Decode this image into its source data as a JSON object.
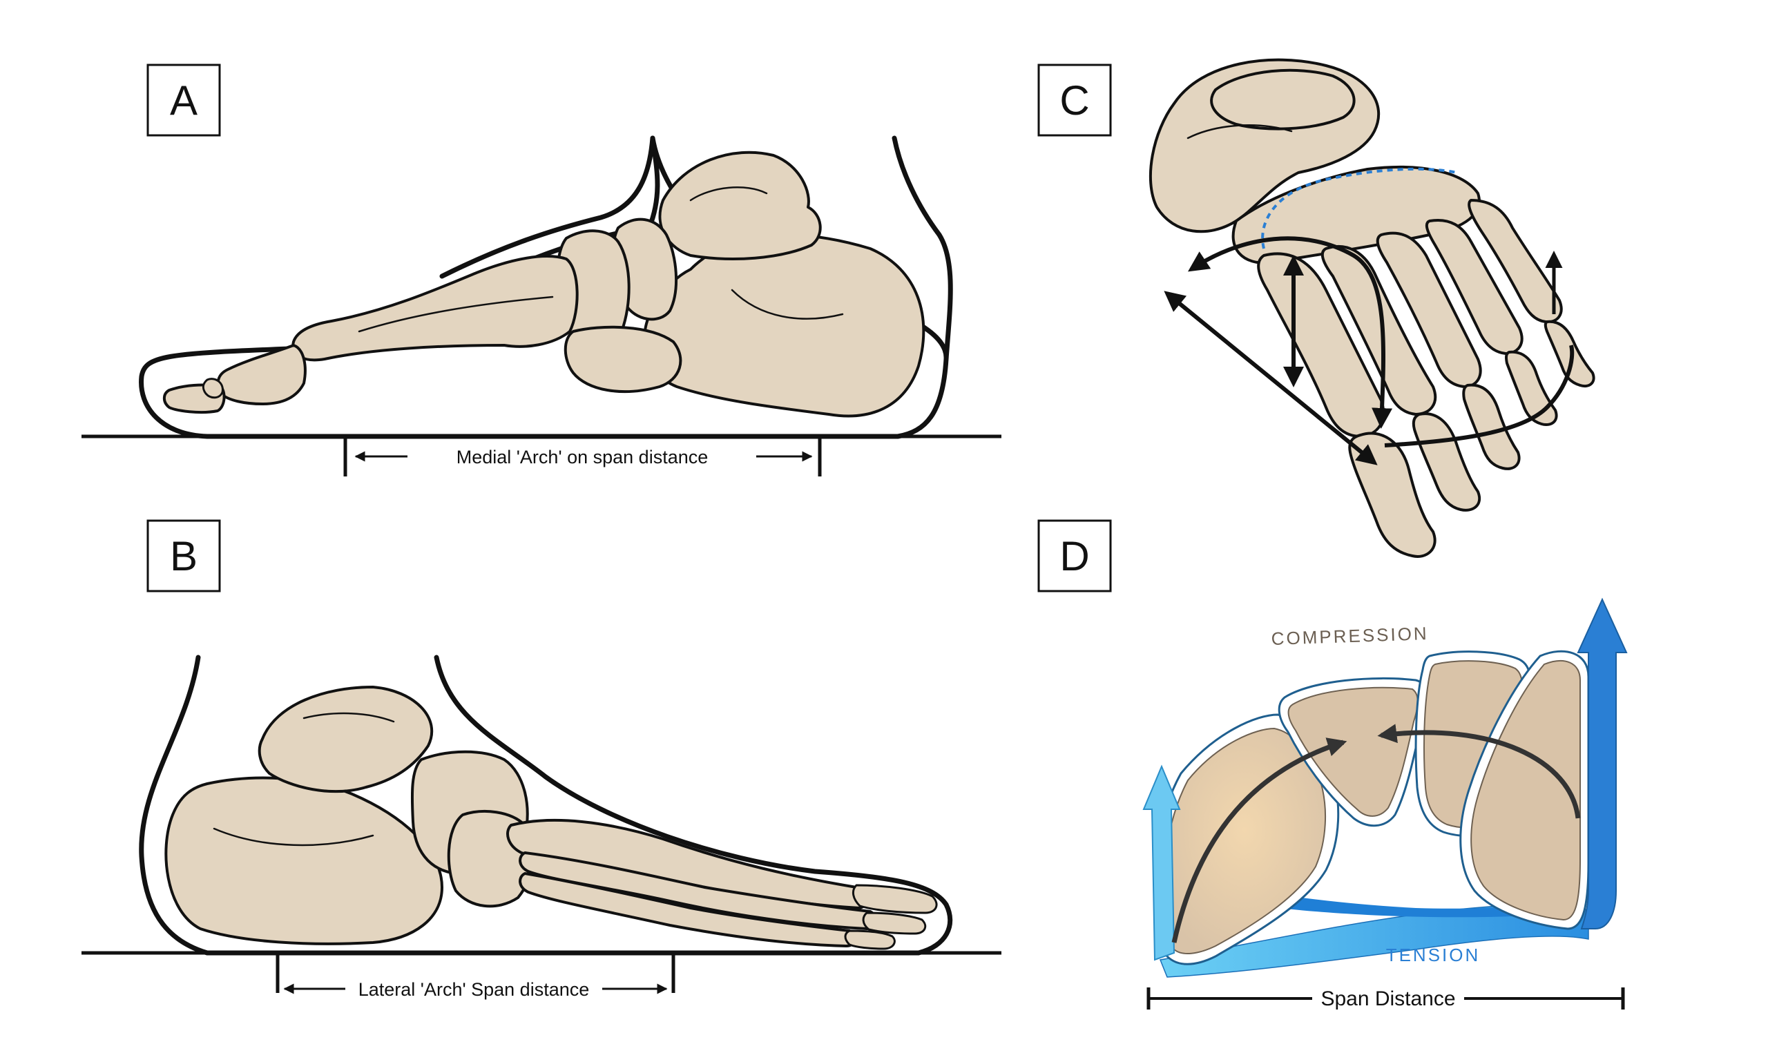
{
  "panels": {
    "a": {
      "label": "A",
      "span_label": "Medial 'Arch' on span distance"
    },
    "b": {
      "label": "B",
      "span_label": "Lateral 'Arch' Span distance"
    },
    "c": {
      "label": "C"
    },
    "d": {
      "label": "D",
      "compression_label": "COMPRESSION",
      "tension_label": "TENSION",
      "span_label": "Span Distance"
    }
  },
  "colors": {
    "bone": "#e3d5c0",
    "outline": "#111111",
    "tension_blue": "#2a7fd4",
    "light_blue": "#5ec7f2",
    "compression_text": "#6b5f52"
  }
}
